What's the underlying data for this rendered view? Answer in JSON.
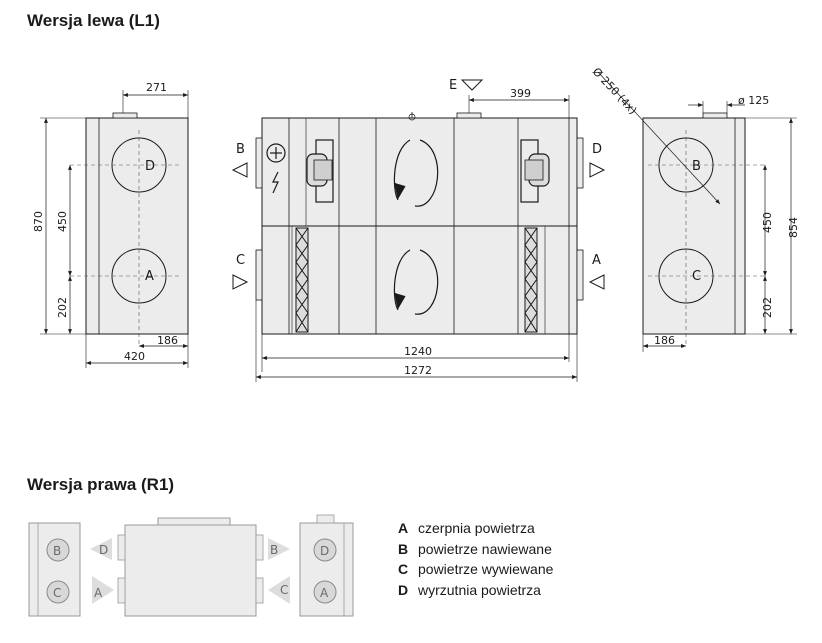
{
  "titles": {
    "left_version": "Wersja lewa (L1)",
    "right_version": "Wersja prawa (R1)"
  },
  "dimensions": {
    "left_top_offset": "271",
    "left_height": "870",
    "left_spacing": "450",
    "left_bottom_offset": "202",
    "left_duct_offset": "186",
    "left_width": "420",
    "front_offset": "399",
    "front_width_inner": "1240",
    "front_width_outer": "1272",
    "right_diameter_spigot": "ø 125",
    "right_diameter_ports": "Ø 250 (4x)",
    "right_spacing": "450",
    "right_height": "854",
    "right_bottom_offset": "202",
    "right_duct_offset": "186"
  },
  "labels": {
    "port_a": "A",
    "port_b": "B",
    "port_c": "C",
    "port_d": "D",
    "condensate": "E"
  },
  "legend": [
    {
      "key": "A",
      "text": "czerpnia powietrza"
    },
    {
      "key": "B",
      "text": "powietrze nawiewane"
    },
    {
      "key": "C",
      "text": "powietrze wywiewane"
    },
    {
      "key": "D",
      "text": "wyrzutnia powietrza"
    }
  ]
}
